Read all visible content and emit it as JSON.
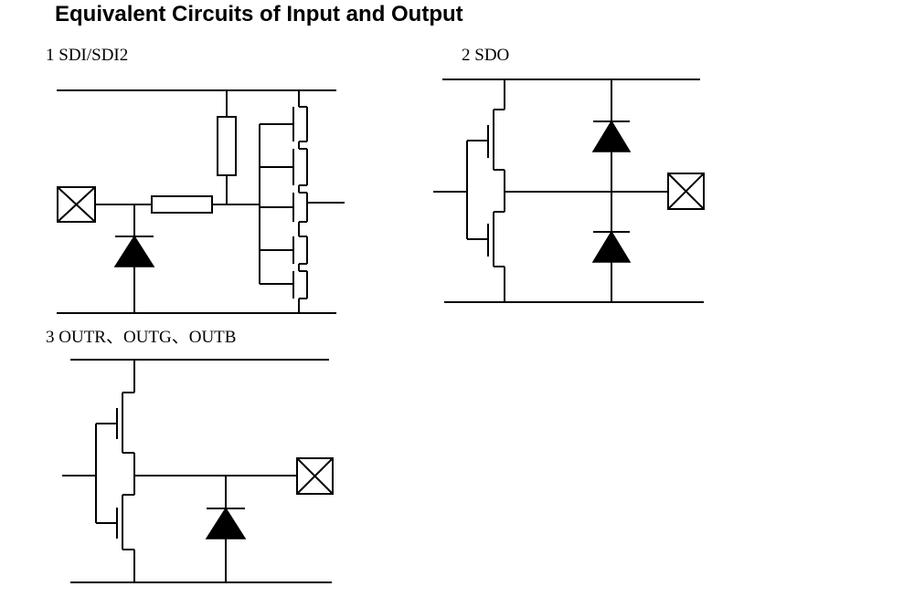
{
  "title": "Equivalent Circuits of Input and Output",
  "circuits": [
    {
      "label": "1 SDI/SDI2"
    },
    {
      "label": "2 SDO"
    },
    {
      "label": "3 OUTR、OUTG、OUTB"
    }
  ]
}
